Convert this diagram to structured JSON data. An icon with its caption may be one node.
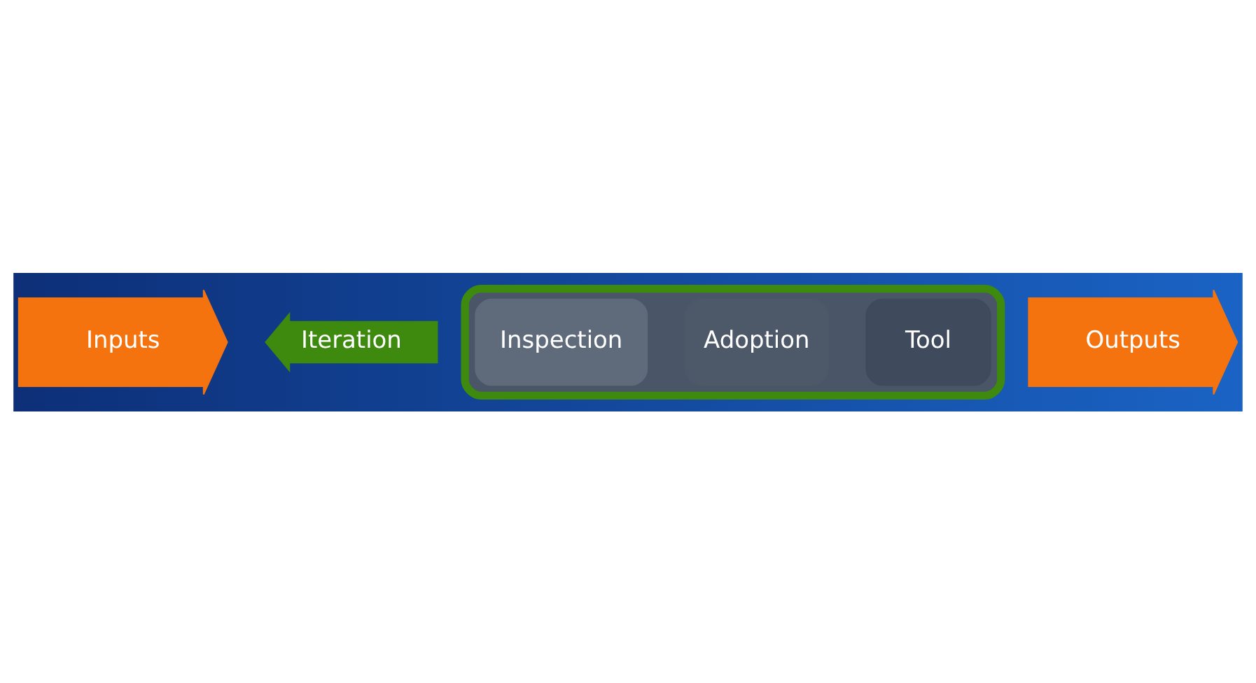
{
  "diagram": {
    "nodes": [
      {
        "text": [
          "Inputs"
        ]
      },
      {
        "text": [
          "Iteration"
        ]
      },
      {
        "text": [],
        "shape": "gear"
      },
      {
        "text": [
          "Tool"
        ],
        "in": 2
      },
      {
        "text": [
          "Adoption"
        ],
        "in": 2
      },
      {
        "text": [
          "Inspection"
        ],
        "in": 2
      },
      {
        "text": [
          "Outputs"
        ]
      }
    ],
    "edges": []
  }
}
